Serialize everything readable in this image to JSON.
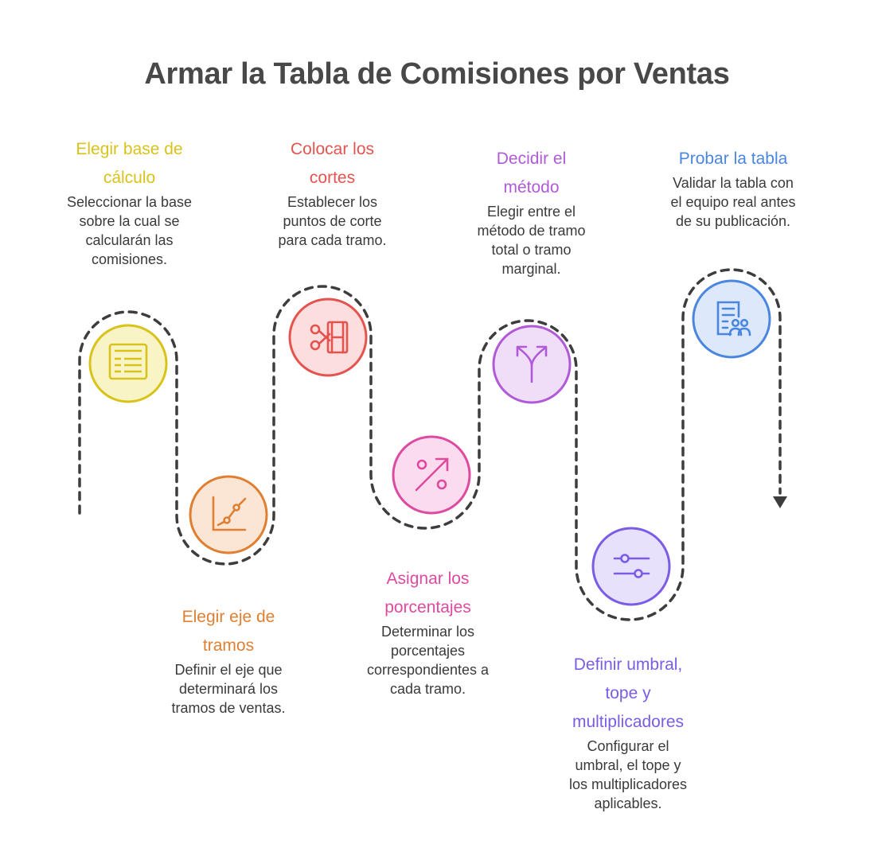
{
  "title": "Armar la Tabla de Comisiones por Ventas",
  "steps": [
    {
      "title_lines": [
        "Elegir base de",
        "cálculo"
      ],
      "desc_lines": [
        "Seleccionar la base",
        "sobre la cual se",
        "calcularán las",
        "comisiones."
      ],
      "color": "#d9c21a",
      "fill": "#f8f4c6",
      "icon": "table-icon"
    },
    {
      "title_lines": [
        "Elegir eje de",
        "tramos"
      ],
      "desc_lines": [
        "Definir el eje que",
        "determinará los",
        "tramos de ventas."
      ],
      "color": "#e07f31",
      "fill": "#fbe6d6",
      "icon": "line-chart-icon"
    },
    {
      "title_lines": [
        "Colocar los",
        "cortes"
      ],
      "desc_lines": [
        "Establecer los",
        "puntos de corte",
        "para cada tramo."
      ],
      "color": "#e5534f",
      "fill": "#fbdedd",
      "icon": "scissors-film-icon"
    },
    {
      "title_lines": [
        "Asignar los",
        "porcentajes"
      ],
      "desc_lines": [
        "Determinar los",
        "porcentajes",
        "correspondientes a",
        "cada tramo."
      ],
      "color": "#de4aa0",
      "fill": "#fbdcee",
      "icon": "percent-icon"
    },
    {
      "title_lines": [
        "Decidir el",
        "método"
      ],
      "desc_lines": [
        "Elegir entre el",
        "método de tramo",
        "total o tramo",
        "marginal."
      ],
      "color": "#b05ad8",
      "fill": "#f0def9",
      "icon": "split-arrow-icon"
    },
    {
      "title_lines": [
        "Definir umbral,",
        "tope y",
        "multiplicadores"
      ],
      "desc_lines": [
        "Configurar el",
        "umbral, el tope y",
        "los multiplicadores",
        "aplicables."
      ],
      "color": "#7a5ce6",
      "fill": "#e7e1fb",
      "icon": "sliders-icon"
    },
    {
      "title_lines": [
        "Probar la tabla"
      ],
      "desc_lines": [
        "Validar la tabla con",
        "el equipo real antes",
        "de su publicación."
      ],
      "color": "#4a86e0",
      "fill": "#dde9fb",
      "icon": "document-users-icon"
    }
  ]
}
